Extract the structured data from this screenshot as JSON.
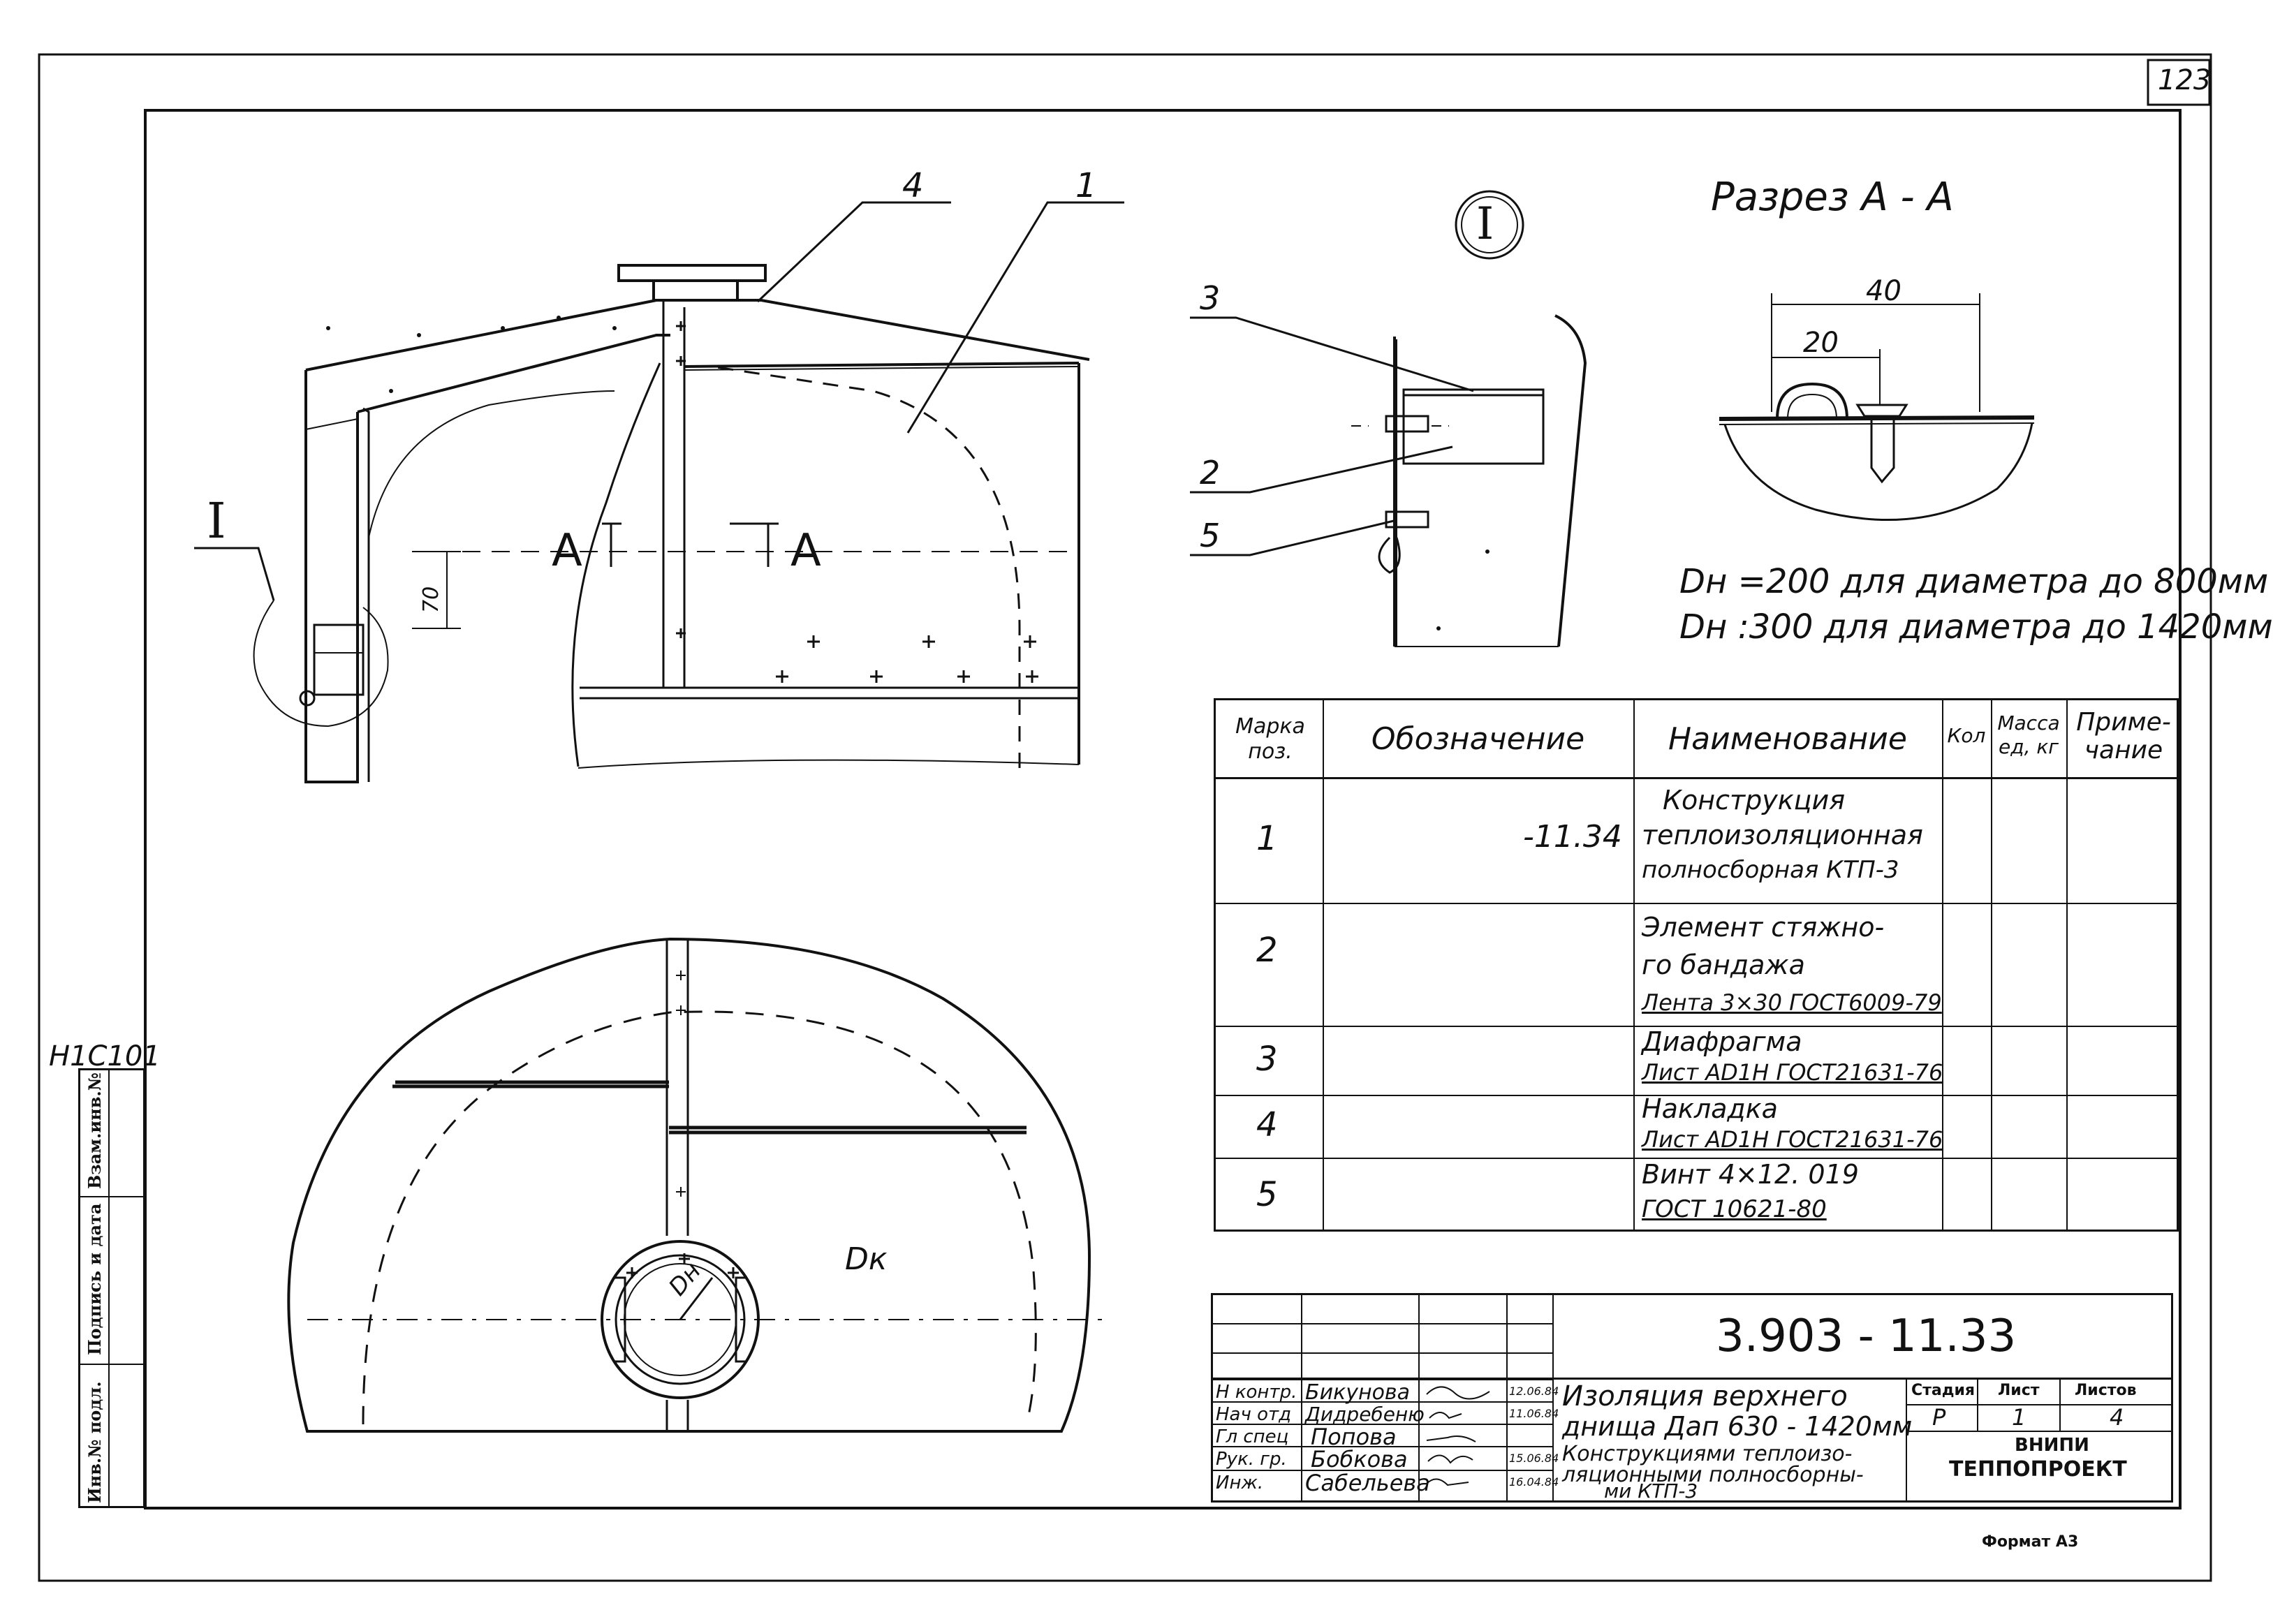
{
  "sheet": {
    "page_number": "123",
    "format_label": "Формат А3",
    "archive_code": "H1C101"
  },
  "drawing": {
    "callout_1": "1",
    "callout_4": "4",
    "detail_mark": "I",
    "detail_mark_circle": "I",
    "section_a_left": "A",
    "section_a_right": "A",
    "dim_70": "70",
    "dk_label": "Dк",
    "dn_label": "Dн"
  },
  "detail": {
    "callout_3": "3",
    "callout_2": "2",
    "callout_5": "5"
  },
  "section": {
    "title": "Разрез А - А",
    "dim_40": "40",
    "dim_20": "20",
    "note_1": "Dн =200 для диаметра до 800мм",
    "note_2": "Dн :300 для диаметра до 1420мм"
  },
  "spec_table": {
    "headers": {
      "mark": "Марка поз.",
      "designation": "Обозначение",
      "name": "Наименование",
      "qty": "Кол",
      "mass": "Масса ед, кг",
      "note": "Приме- чание"
    },
    "rows": [
      {
        "pos": "1",
        "designation": "-11.34",
        "name_lines": [
          "Конструкция",
          "теплоизоляционная",
          "полносборная КТП-3"
        ]
      },
      {
        "pos": "2",
        "designation": "",
        "name_lines": [
          "Элемент стяжно-",
          "го бандажа",
          "Лента 3×30 ГОСТ6009-79"
        ]
      },
      {
        "pos": "3",
        "designation": "",
        "name_lines": [
          "Диафрагма",
          "Лист АD1Н ГОСТ21631-76"
        ]
      },
      {
        "pos": "4",
        "designation": "",
        "name_lines": [
          "Накладка",
          "Лист АD1Н ГОСТ21631-76"
        ]
      },
      {
        "pos": "5",
        "designation": "",
        "name_lines": [
          "Винт 4×12. 019",
          "ГОСТ 10621-80"
        ]
      }
    ]
  },
  "title_block": {
    "doc_number": "3.903 - 11.33",
    "title_lines": [
      "Изоляция верхнего",
      "днища Дап 630 - 1420мм",
      "Конструкциями теплоизо-",
      "ляционными полносборны-",
      "ми КТП-3"
    ],
    "stage_label": "Стадия",
    "sheet_label": "Лист",
    "sheets_label": "Листов",
    "stage_value": "Р",
    "sheet_value": "1",
    "sheets_value": "4",
    "org_line_1": "ВНИПИ",
    "org_line_2": "ТЕППОПРОЕКТ",
    "signers": [
      {
        "role": "Н контр.",
        "name": "Бикунова",
        "date": "12.06.84"
      },
      {
        "role": "Нач отд",
        "name": "Дидребеню",
        "date": "11.06.84"
      },
      {
        "role": "Гл спец",
        "name": "Попова",
        "date": ""
      },
      {
        "role": "Рук. гр.",
        "name": "Бобкова",
        "date": "15.06.84"
      },
      {
        "role": "Инж.",
        "name": "Сабельева",
        "date": "16.04.84"
      }
    ]
  },
  "side_strip": {
    "field_1": "Инв.№ подл.",
    "field_2": "Подпись и дата",
    "field_3": "Взам.инв.№"
  }
}
